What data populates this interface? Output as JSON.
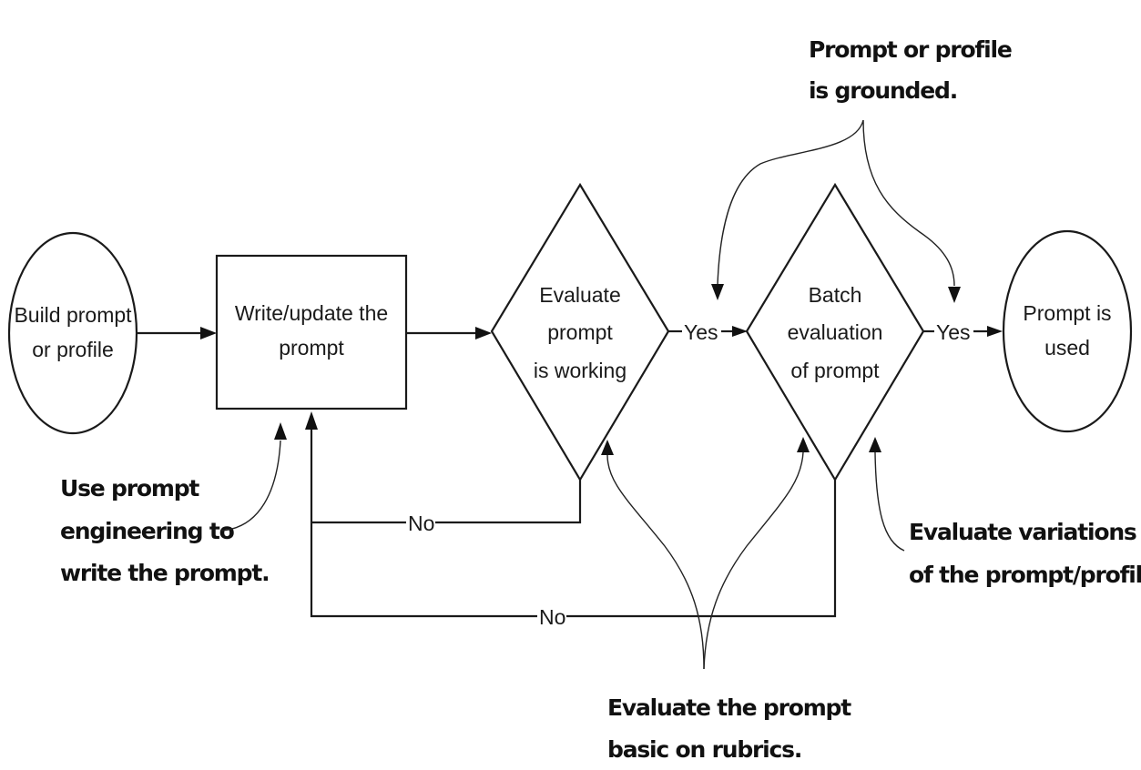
{
  "diagram": {
    "nodes": {
      "start": {
        "type": "ellipse",
        "lines": [
          "Build prompt",
          "or profile"
        ]
      },
      "write": {
        "type": "rectangle",
        "lines": [
          "Write/update the",
          "prompt"
        ]
      },
      "evaluate": {
        "type": "diamond",
        "lines": [
          "Evaluate",
          "prompt",
          "is working"
        ]
      },
      "batch": {
        "type": "diamond",
        "lines": [
          "Batch",
          "evaluation",
          "of prompt"
        ]
      },
      "end": {
        "type": "ellipse",
        "lines": [
          "Prompt is",
          "used"
        ]
      }
    },
    "edges": {
      "start_to_write": {
        "label": ""
      },
      "write_to_evaluate": {
        "label": ""
      },
      "evaluate_to_batch": {
        "label": "Yes"
      },
      "batch_to_end": {
        "label": "Yes"
      },
      "evaluate_no": {
        "label": "No"
      },
      "batch_no": {
        "label": "No"
      }
    },
    "callouts": {
      "grounded": {
        "lines": [
          "Prompt or profile",
          "is grounded."
        ]
      },
      "engineering": {
        "lines": [
          "Use prompt",
          "engineering to",
          "write the prompt."
        ]
      },
      "rubrics": {
        "lines": [
          "Evaluate the prompt",
          "basic on rubrics."
        ]
      },
      "variations": {
        "lines": [
          "Evaluate variations",
          "of the prompt/profile."
        ]
      }
    }
  }
}
